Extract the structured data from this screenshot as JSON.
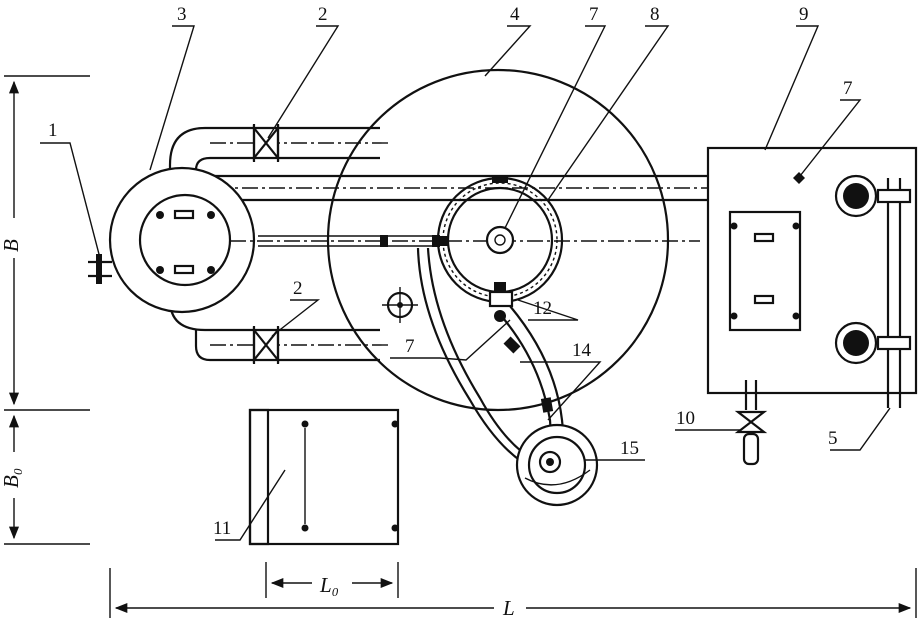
{
  "labels": {
    "n1": "1",
    "n2_top": "2",
    "n2_bottom": "2",
    "n3": "3",
    "n4": "4",
    "n5": "5",
    "n7_top": "7",
    "n7_right": "7",
    "n7_bottom": "7",
    "n8": "8",
    "n9": "9",
    "n10": "10",
    "n11": "11",
    "n12": "12",
    "n14": "14",
    "n15": "15"
  },
  "dimensions": {
    "B": "B",
    "B0": "B₀",
    "L": "L",
    "L0": "L₀"
  }
}
